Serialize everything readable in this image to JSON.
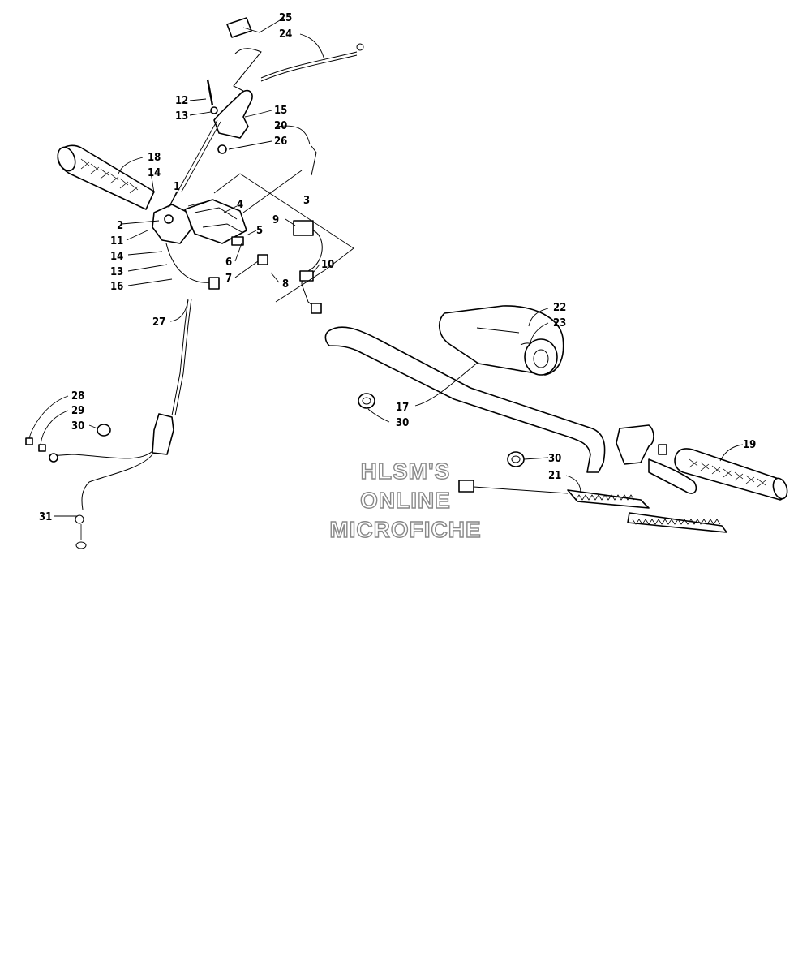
{
  "watermark": {
    "line1": "HLSM'S",
    "line2": "ONLINE",
    "line3": "MICROFICHE"
  },
  "callouts": [
    {
      "id": "c25",
      "label": "25"
    },
    {
      "id": "c24",
      "label": "24"
    },
    {
      "id": "c12",
      "label": "12"
    },
    {
      "id": "c13a",
      "label": "13"
    },
    {
      "id": "c15",
      "label": "15"
    },
    {
      "id": "c20",
      "label": "20"
    },
    {
      "id": "c26",
      "label": "26"
    },
    {
      "id": "c18",
      "label": "18"
    },
    {
      "id": "c14a",
      "label": "14"
    },
    {
      "id": "c1",
      "label": "1"
    },
    {
      "id": "c3",
      "label": "3"
    },
    {
      "id": "c4",
      "label": "4"
    },
    {
      "id": "c2",
      "label": "2"
    },
    {
      "id": "c5",
      "label": "5"
    },
    {
      "id": "c9",
      "label": "9"
    },
    {
      "id": "c11",
      "label": "11"
    },
    {
      "id": "c14b",
      "label": "14"
    },
    {
      "id": "c6",
      "label": "6"
    },
    {
      "id": "c10",
      "label": "10"
    },
    {
      "id": "c13b",
      "label": "13"
    },
    {
      "id": "c7",
      "label": "7"
    },
    {
      "id": "c8",
      "label": "8"
    },
    {
      "id": "c16",
      "label": "16"
    },
    {
      "id": "c27",
      "label": "27"
    },
    {
      "id": "c22",
      "label": "22"
    },
    {
      "id": "c23",
      "label": "23"
    },
    {
      "id": "c28",
      "label": "28"
    },
    {
      "id": "c29",
      "label": "29"
    },
    {
      "id": "c30a",
      "label": "30"
    },
    {
      "id": "c17",
      "label": "17"
    },
    {
      "id": "c30b",
      "label": "30"
    },
    {
      "id": "c19",
      "label": "19"
    },
    {
      "id": "c30c",
      "label": "30"
    },
    {
      "id": "c21",
      "label": "21"
    },
    {
      "id": "c31",
      "label": "31"
    }
  ]
}
